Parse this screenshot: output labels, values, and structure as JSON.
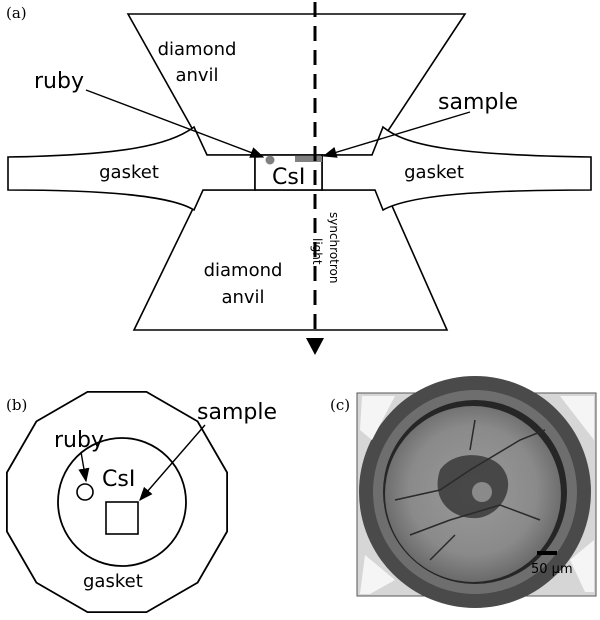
{
  "panel_a": {
    "tag": "(a)",
    "upper_anvil": [
      "diamond",
      "anvil"
    ],
    "lower_anvil": [
      "diamond",
      "anvil"
    ],
    "gasket_left": "gasket",
    "gasket_right": "gasket",
    "ruby": "ruby",
    "sample": "sample",
    "medium": "CsI",
    "beam": [
      "synchrotron",
      "light"
    ]
  },
  "panel_b": {
    "tag": "(b)",
    "ruby": "ruby",
    "sample": "sample",
    "medium": "CsI",
    "gasket": "gasket"
  },
  "panel_c": {
    "tag": "(c)",
    "scale": "50 μm"
  },
  "colors": {
    "line": "#000000",
    "marker": "#808080",
    "photo_bg": "#d9d9d9",
    "photo_disk": "#8f8f8f"
  }
}
